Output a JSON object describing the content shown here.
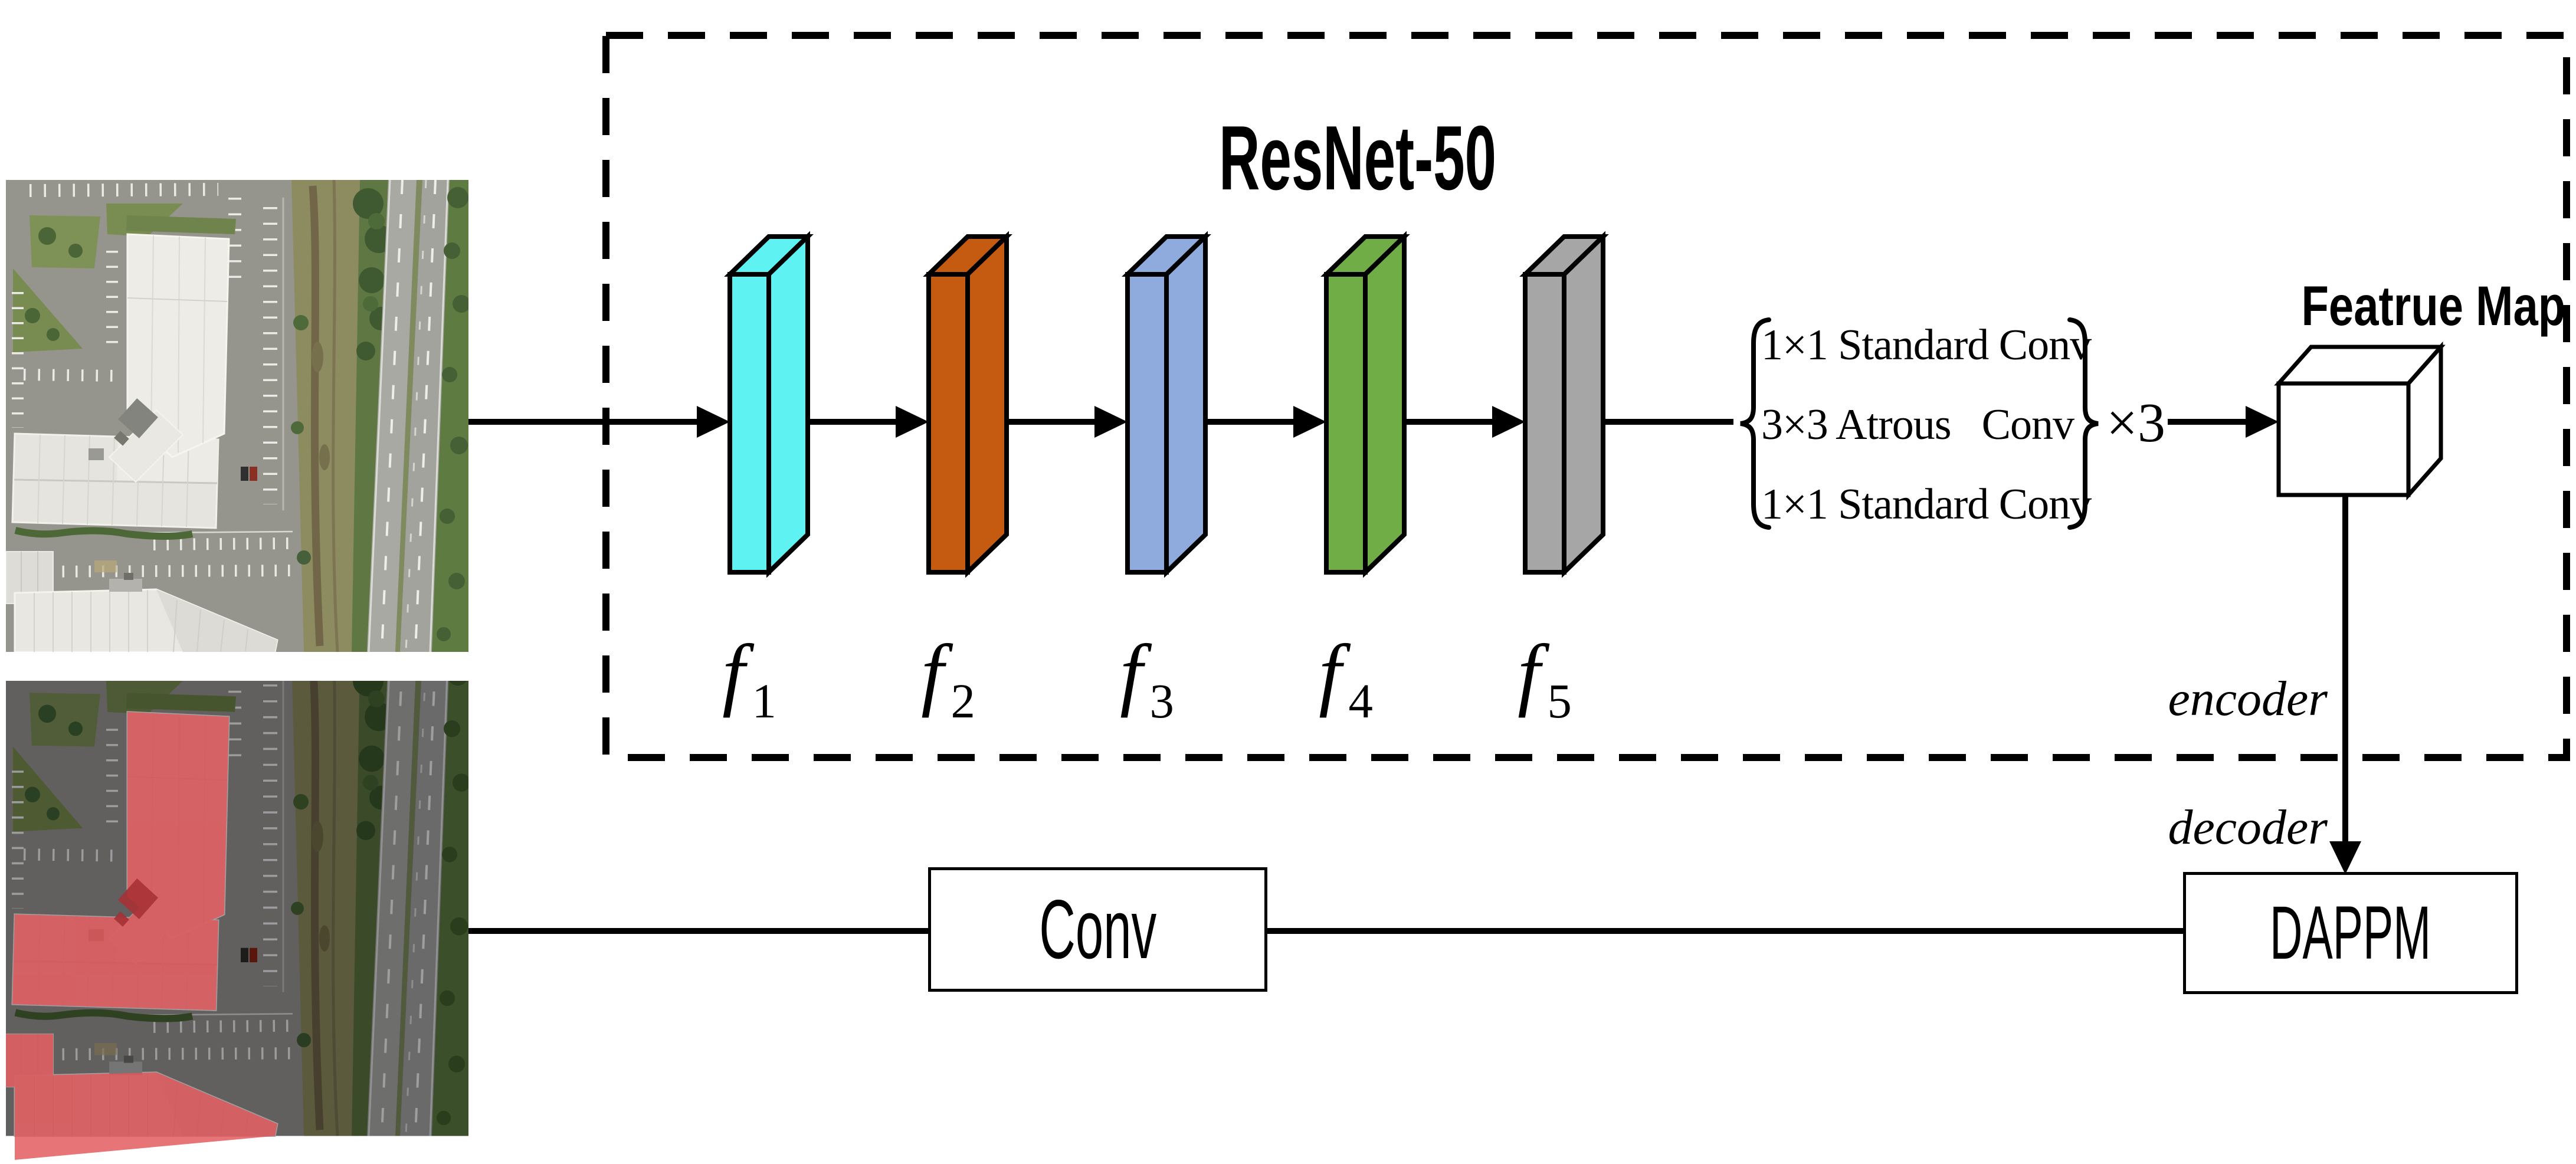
{
  "diagram": {
    "backbone": {
      "title": "ResNet-50",
      "stages": [
        {
          "name": "stage-f1",
          "label_base": "f",
          "label_sub": "1",
          "color": "#5ff2f2"
        },
        {
          "name": "stage-f2",
          "label_base": "f",
          "label_sub": "2",
          "color": "#c55a11"
        },
        {
          "name": "stage-f3",
          "label_base": "f",
          "label_sub": "3",
          "color": "#8faadc"
        },
        {
          "name": "stage-f4",
          "label_base": "f",
          "label_sub": "4",
          "color": "#70ad47"
        },
        {
          "name": "stage-f5",
          "label_base": "f",
          "label_sub": "5",
          "color": "#a6a6a6"
        }
      ]
    },
    "conv_block": {
      "row1": "1×1 Standard Conv",
      "row2_left": "3×3 Atrous",
      "row2_right": "Conv",
      "row3": "1×1 Standard Conv",
      "multiplier": "×3"
    },
    "feature_map_label": "Featrue Map",
    "encoder_label": "encoder",
    "decoder_label": "decoder",
    "conv_box_label": "Conv",
    "dappm_box_label": "DAPPM"
  },
  "images": {
    "input_image_name": "aerial-input-image",
    "label_image_name": "building-mask-image",
    "mask_color": "#e25558",
    "mask_color_dark": "#a93337"
  },
  "colors": {
    "line": "#000000",
    "background": "#ffffff"
  }
}
